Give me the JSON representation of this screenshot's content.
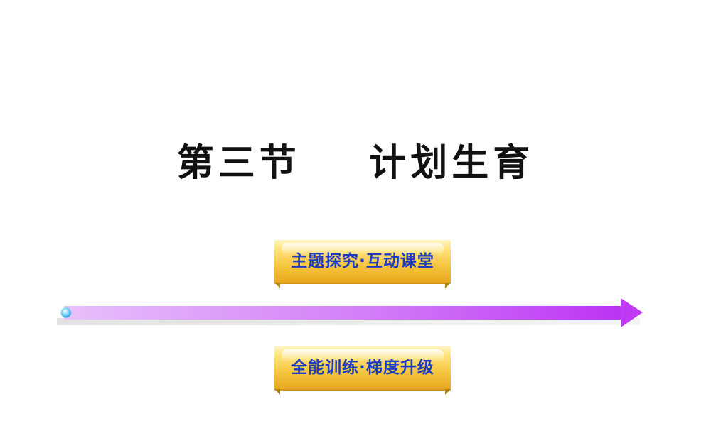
{
  "slide": {
    "title": "第三节    计划生育",
    "buttons": [
      {
        "label": "主题探究·互动课堂"
      },
      {
        "label": "全能训练·梯度升级"
      }
    ]
  },
  "colors": {
    "title_text": "#111111",
    "button_text": "#1d3cc4",
    "button_fill": "#f6c640",
    "arrow_start": "#e6b8f8",
    "arrow_end": "#bf37f5",
    "dot": "#58c0f0"
  },
  "icons": {
    "arrow": "right-arrow-icon",
    "dot": "sphere-dot-icon"
  }
}
